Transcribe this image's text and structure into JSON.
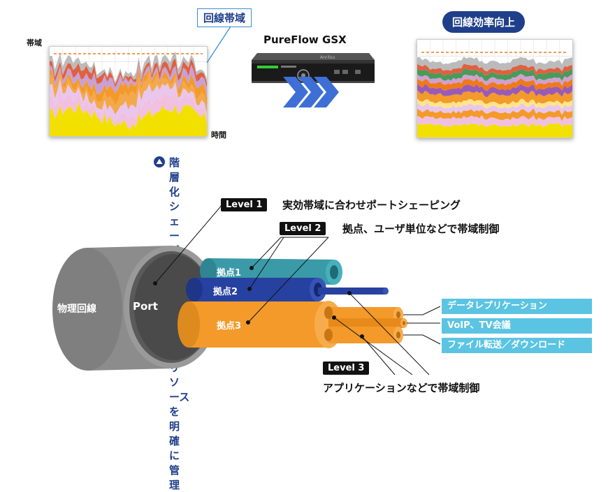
{
  "top": {
    "left_chart": {
      "y_axis_label": "帯域",
      "x_axis_label": "時間",
      "callout": "回線帯域"
    },
    "device": {
      "name": "PureFlow GSX",
      "brand": "Anritsu"
    },
    "right_chart": {
      "badge": "回線効率向上"
    },
    "caption_icon": "up-triangle-icon",
    "caption": "階層化シェーピングにより、帯域リソースを明確に管理"
  },
  "cable": {
    "outer_label": "物理回線",
    "port_label": "Port",
    "strands": [
      "拠点1",
      "拠点2",
      "拠点3"
    ]
  },
  "levels": [
    {
      "tag": "Level 1",
      "desc": "実効帯域に合わせポートシェーピング"
    },
    {
      "tag": "Level 2",
      "desc": "拠点、ユーザ単位などで帯域制御"
    },
    {
      "tag": "Level 3",
      "desc": "アプリケーションなどで帯域制御"
    }
  ],
  "apps": [
    "データレプリケーション",
    "VoIP、TV会議",
    "ファイル転送／ダウンロード"
  ],
  "colors": {
    "navy": "#1f3f8a",
    "teal": "#3a9aa8",
    "blue": "#2741a0",
    "orange": "#f39a2a",
    "tag_blue": "#5bc4e2",
    "gray": "#8a8a8a"
  }
}
